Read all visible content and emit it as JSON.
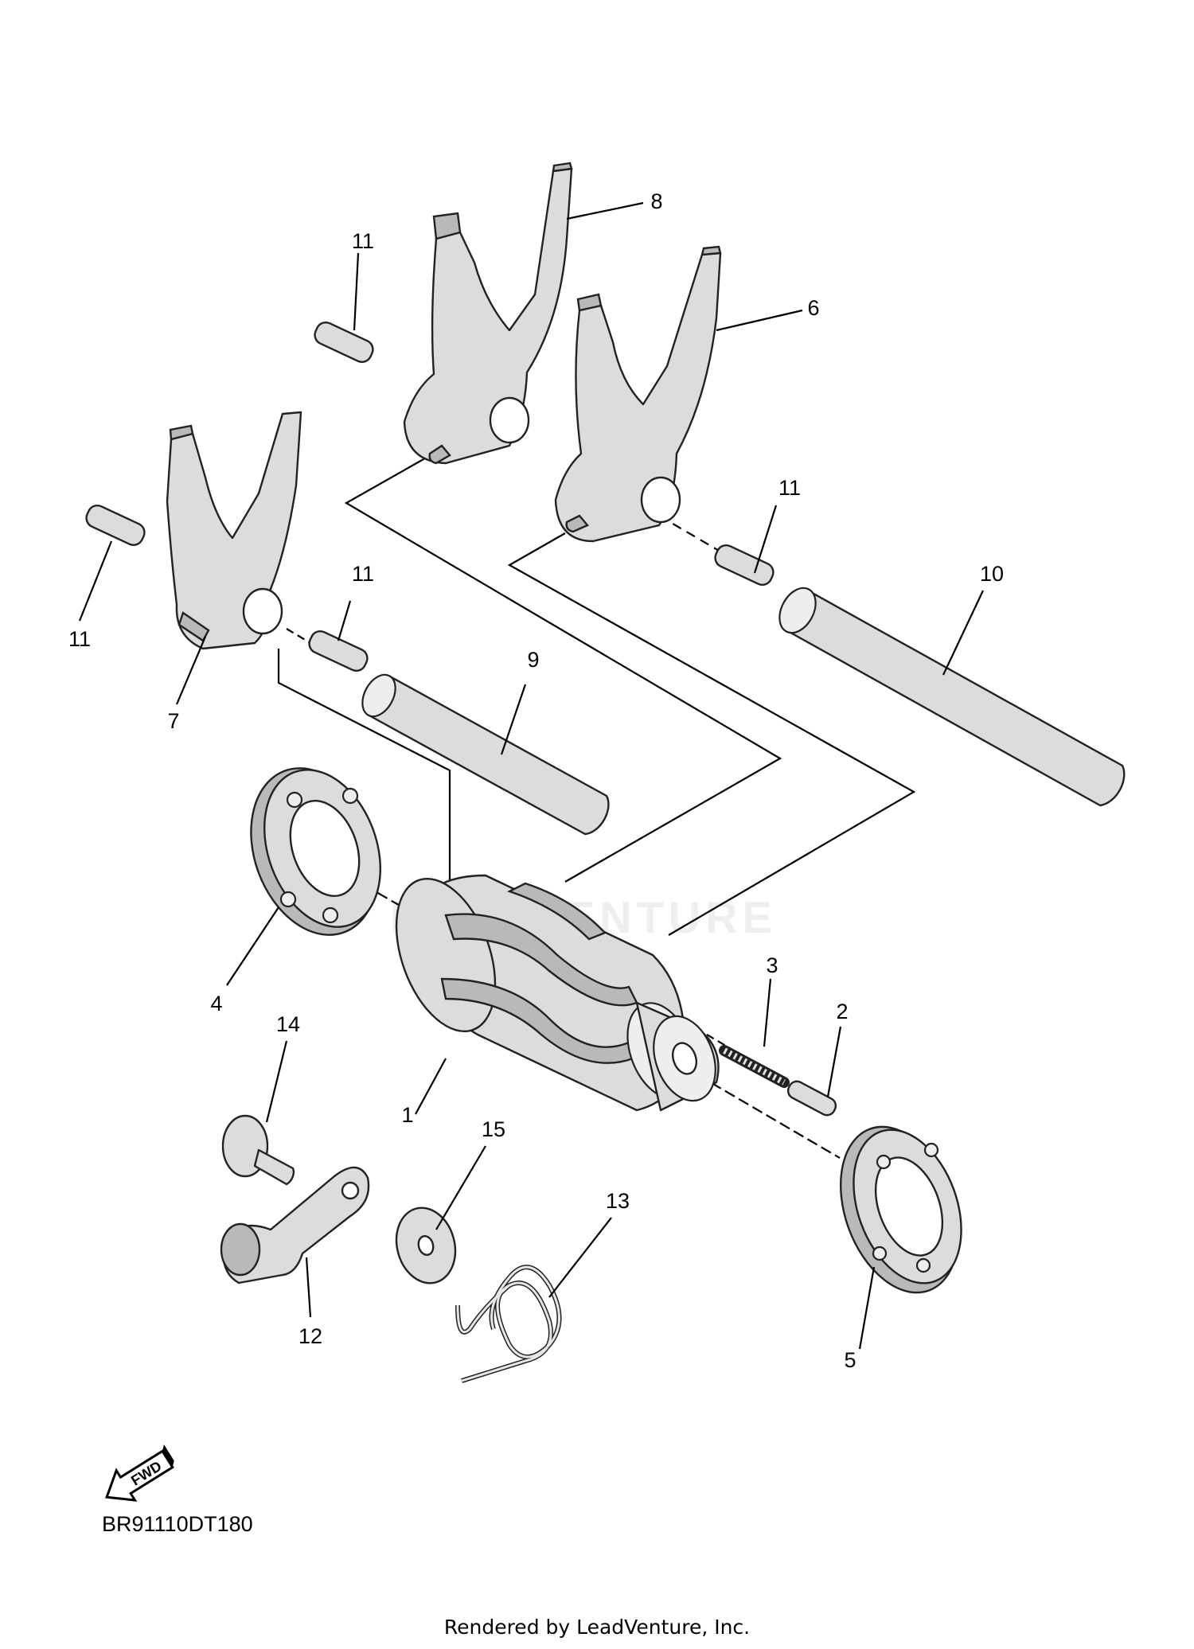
{
  "diagram_code": "BR91110DT180",
  "credit": "Rendered by LeadVenture, Inc.",
  "watermark": "LEADVENTURE",
  "fwd_label": "FWD",
  "callouts": {
    "c1": "1",
    "c2": "2",
    "c3": "3",
    "c4": "4",
    "c5": "5",
    "c6": "6",
    "c7": "7",
    "c8": "8",
    "c9": "9",
    "c10": "10",
    "c11a": "11",
    "c11b": "11",
    "c11c": "11",
    "c11d": "11",
    "c12": "12",
    "c13": "13",
    "c14": "14",
    "c15": "15"
  }
}
